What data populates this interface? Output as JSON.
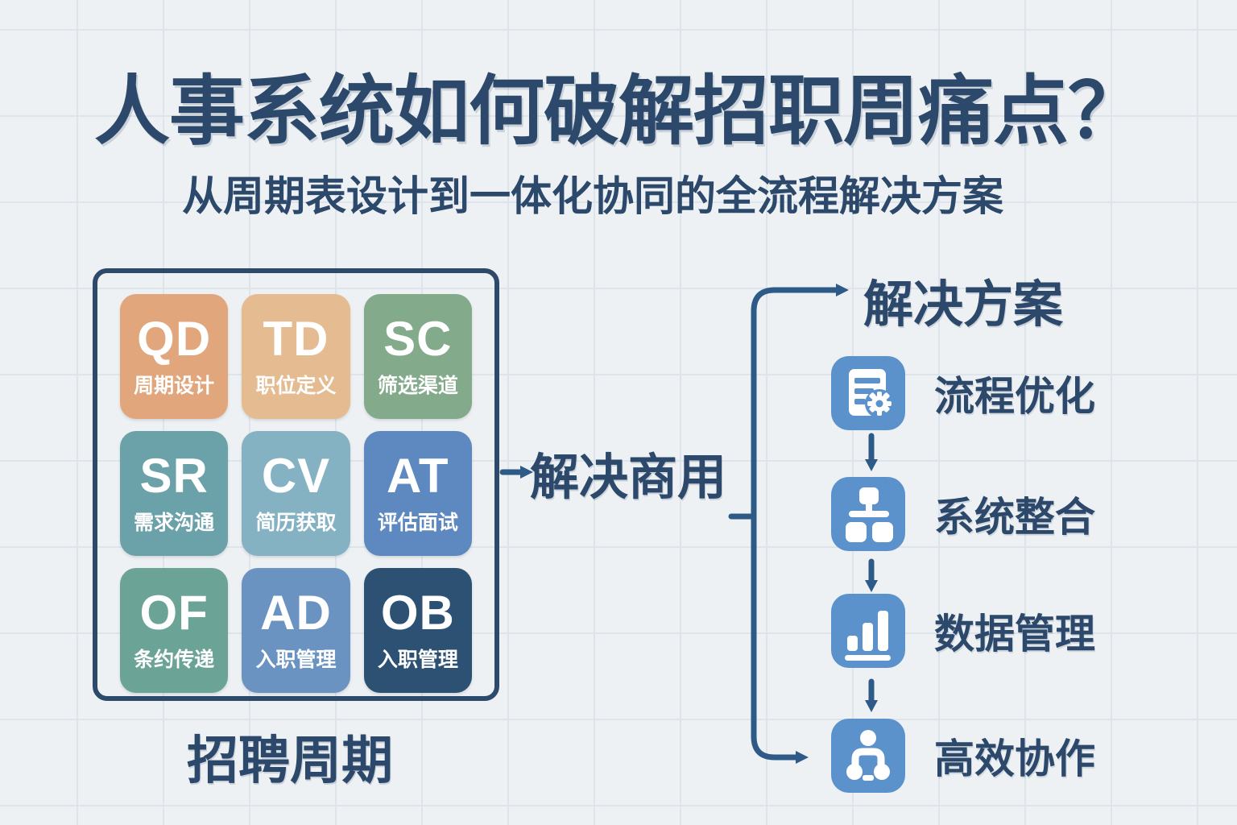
{
  "title": "人事系统如何破解招职周痛点？",
  "subtitle": "从周期表设计到一体化协同的全流程解决方案",
  "cycle": {
    "caption": "招聘周期",
    "tiles": [
      {
        "code": "QD",
        "label": "周期设计",
        "color": "#e2a67c"
      },
      {
        "code": "TD",
        "label": "职位定义",
        "color": "#e5bb92"
      },
      {
        "code": "SC",
        "label": "筛选渠道",
        "color": "#83aa8b"
      },
      {
        "code": "SR",
        "label": "需求沟通",
        "color": "#6ba2a9"
      },
      {
        "code": "CV",
        "label": "简历获取",
        "color": "#84b2c3"
      },
      {
        "code": "AT",
        "label": "评估面试",
        "color": "#5d88c0"
      },
      {
        "code": "OF",
        "label": "条约传递",
        "color": "#6ba397"
      },
      {
        "code": "AD",
        "label": "入职管理",
        "color": "#6b93c2"
      },
      {
        "code": "OB",
        "label": "入职管理",
        "color": "#2d5173"
      }
    ]
  },
  "middle_label": "解决商用",
  "solutions": {
    "heading": "解决方案",
    "items": [
      {
        "label": "流程优化",
        "icon": "document-gear-icon"
      },
      {
        "label": "系统整合",
        "icon": "sitemap-icon"
      },
      {
        "label": "数据管理",
        "icon": "bar-chart-icon"
      },
      {
        "label": "高效协作",
        "icon": "collaboration-icon"
      }
    ]
  },
  "colors": {
    "title_text": "#2c486a",
    "box_border": "#2d4a6b",
    "connector": "#2d5a86",
    "icon_blue": "#5b92cc",
    "background": "#eef1f3",
    "grid_line": "#dde4eb"
  }
}
